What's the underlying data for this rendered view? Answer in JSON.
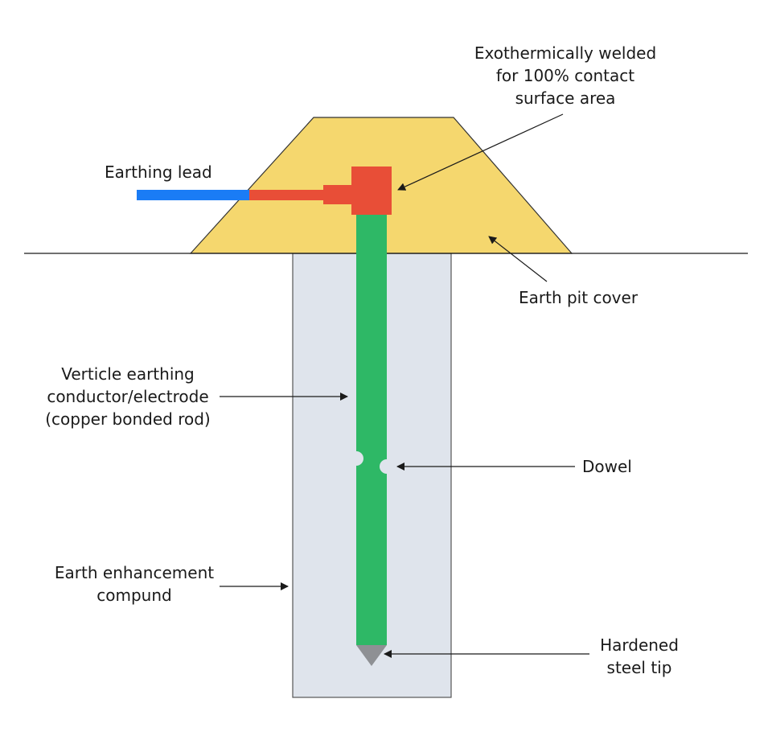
{
  "labels": {
    "weld": [
      "Exothermically welded",
      "for 100% contact",
      "surface area"
    ],
    "lead": "Earthing lead",
    "pit_cover": "Earth pit cover",
    "electrode": [
      "Verticle earthing",
      "conductor/electrode",
      "(copper bonded rod)"
    ],
    "dowel": "Dowel",
    "compound": [
      "Earth enhancement",
      "compund"
    ],
    "tip": [
      "Hardened",
      "steel tip"
    ]
  },
  "colors": {
    "pit_cover": "#f5d76e",
    "compound": "#dfe4ec",
    "rod": "#2eb866",
    "clamp": "#e84e37",
    "lead": "#1a7cf5",
    "tip": "#8e9094",
    "line": "#1a1a1a"
  }
}
